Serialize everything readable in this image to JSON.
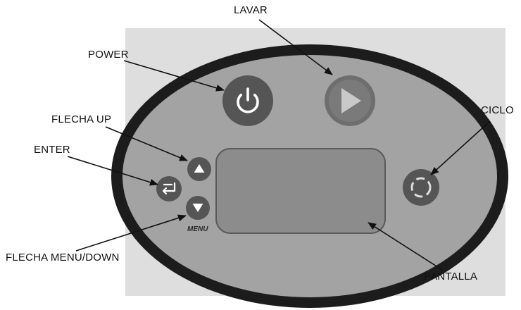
{
  "labels": {
    "lavar": "LAVAR",
    "power": "POWER",
    "ciclo": "CICLO",
    "flecha_up": "FLECHA UP",
    "enter": "ENTER",
    "flecha_menu_down": "FLECHA MENU/DOWN",
    "pantalla": "PANTALLA"
  },
  "controls": {
    "power": {
      "icon": "power-icon"
    },
    "lavar": {
      "icon": "play-icon"
    },
    "up": {
      "icon": "triangle-up-icon"
    },
    "enter": {
      "icon": "enter-return-icon"
    },
    "down": {
      "icon": "triangle-down-icon",
      "caption": "MENU"
    },
    "ciclo": {
      "icon": "cycle-icon"
    },
    "pantalla": {
      "icon": "lcd-display"
    }
  },
  "colors": {
    "bezel": "#1c1c1c",
    "face": "#a3a3a3",
    "buttons": "#555555",
    "lavar_button": "#7a7a7a",
    "display": "#8c8c8c",
    "text": "#111111"
  }
}
